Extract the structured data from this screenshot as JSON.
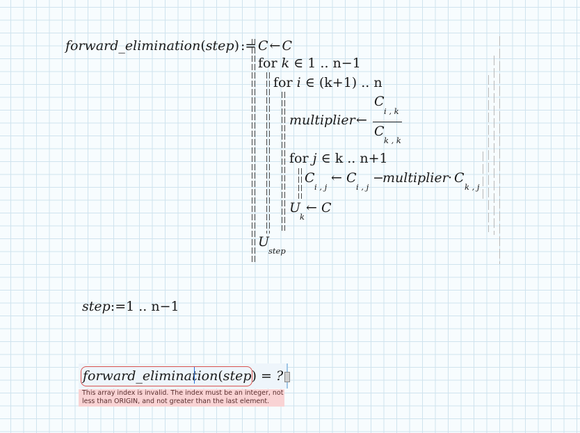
{
  "program": {
    "func_name": "forward_elimination",
    "param": "step",
    "define_op": ":=",
    "line1": {
      "lhs": "C",
      "arrow": "←",
      "rhs": "C"
    },
    "outer_for": {
      "kw": "for",
      "var": "k",
      "in": "∈",
      "range": "1 .. n−1"
    },
    "inner_for": {
      "kw": "for",
      "var": "i",
      "in": "∈",
      "range": "(k+1) .. n"
    },
    "multiplier": {
      "name": "multiplier",
      "arrow": "←",
      "num": "C",
      "num_sub": "i , k",
      "den": "C",
      "den_sub": "k , k"
    },
    "j_for": {
      "kw": "for",
      "var": "j",
      "in": "∈",
      "range": "k .. n+1"
    },
    "update": {
      "lhs": "C",
      "lhs_sub": "i , j",
      "arrow": "←",
      "rhs1": "C",
      "rhs1_sub": "i , j",
      "minus": "−",
      "mult": "multiplier",
      "dot": "·",
      "rhs2": "C",
      "rhs2_sub": "k , j"
    },
    "store": {
      "lhs": "U",
      "lhs_sub": "k",
      "arrow": "←",
      "rhs": "C"
    },
    "ret": {
      "name": "U",
      "sub": "step"
    }
  },
  "range_def": {
    "var": "step",
    "op": ":=",
    "range": "1 .. n−1"
  },
  "evaluation": {
    "expr_func": "forward_elimination",
    "expr_param": "step",
    "op": "=",
    "result": "?"
  },
  "error": {
    "message": "This array index is invalid. The index must be an integer, not less than ORIGIN, and not greater than the last element."
  },
  "colors": {
    "grid": "#cfe3ee",
    "background": "#f7fcfe",
    "error_bg": "#f9d3d4",
    "error_border": "#d9534f",
    "cursor": "#2a6fd6"
  }
}
